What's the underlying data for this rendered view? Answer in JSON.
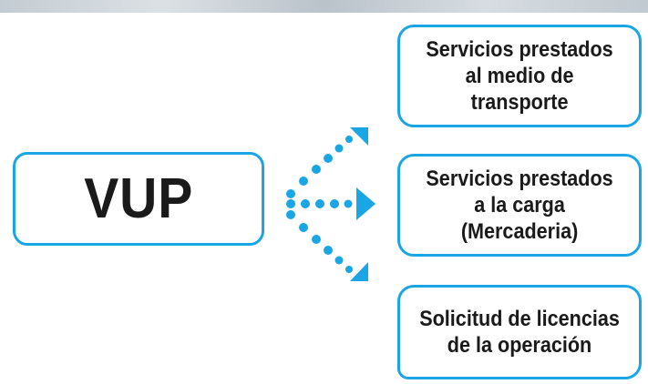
{
  "diagram": {
    "main_node": {
      "label": "VUP"
    },
    "options": [
      {
        "label": "Servicios prestados\nal medio de\ntransporte"
      },
      {
        "label": "Servicios prestados\na la carga\n(Mercaderia)"
      },
      {
        "label": "Solicitud de licencias\nde la operación"
      }
    ]
  },
  "colors": {
    "accent": "#1aa6e4",
    "text": "#1a1a1a",
    "background": "#ffffff"
  },
  "icons": {
    "connector": "dotted-branching-arrows-icon"
  }
}
